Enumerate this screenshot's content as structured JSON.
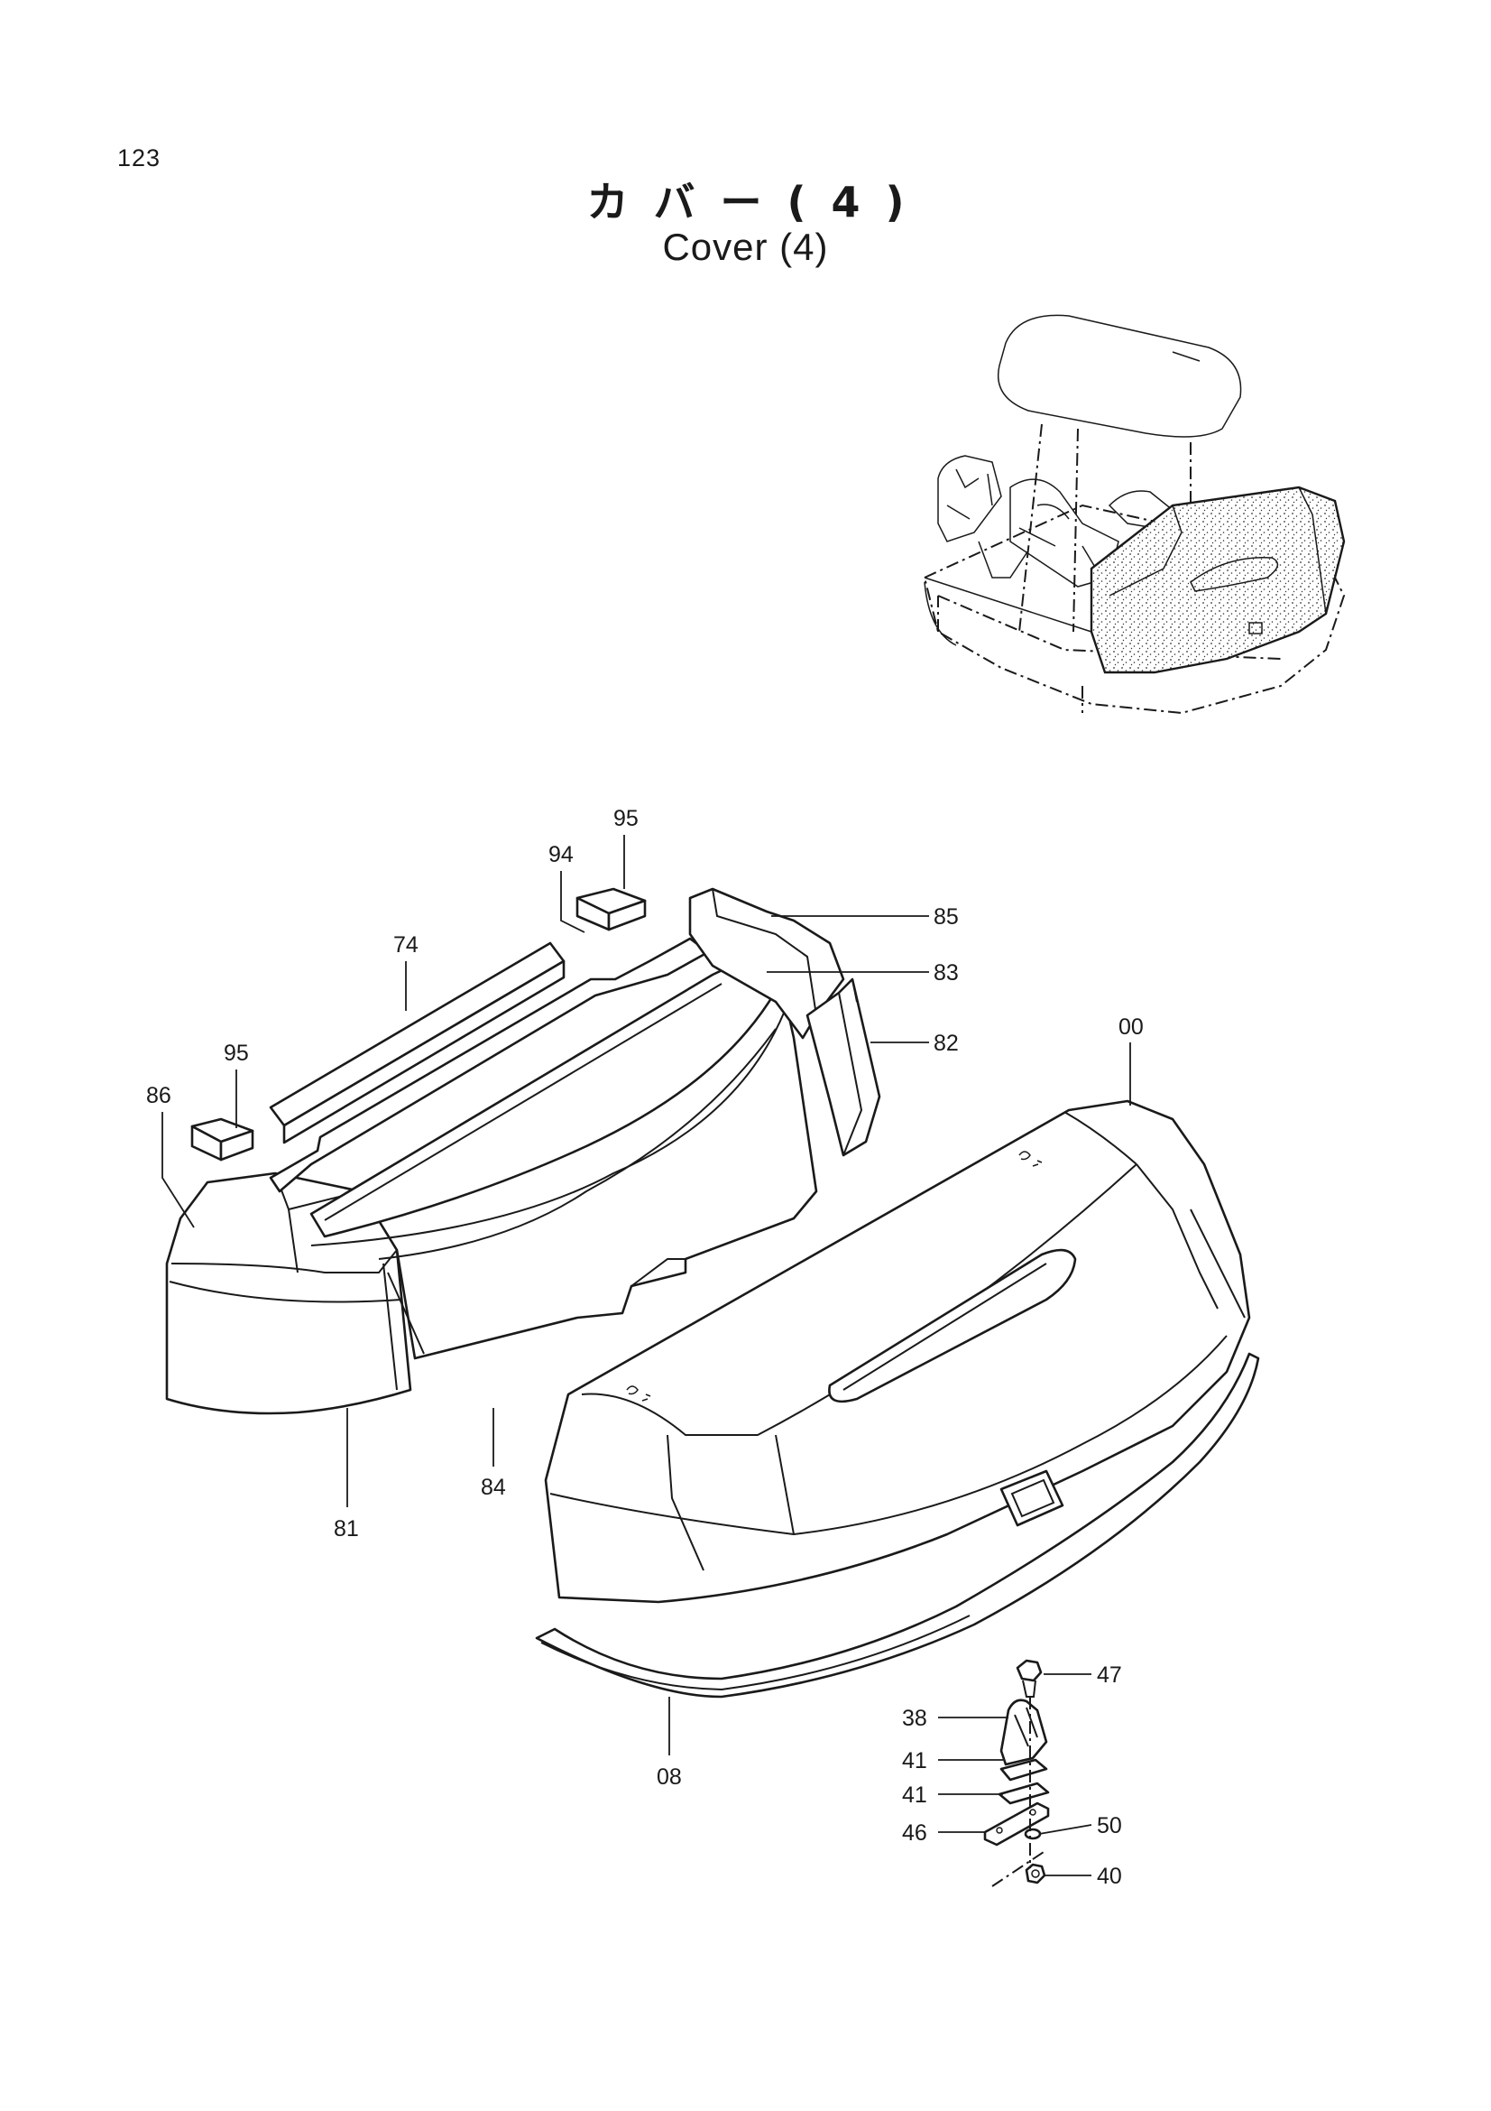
{
  "page": {
    "number": "123",
    "title_jp": "カバー(4)",
    "title_en": "Cover (4)"
  },
  "callouts": [
    {
      "id": "c95a",
      "label": "95"
    },
    {
      "id": "c94",
      "label": "94"
    },
    {
      "id": "c74",
      "label": "74"
    },
    {
      "id": "c85",
      "label": "85"
    },
    {
      "id": "c83",
      "label": "83"
    },
    {
      "id": "c82",
      "label": "82"
    },
    {
      "id": "c00",
      "label": "00"
    },
    {
      "id": "c95b",
      "label": "95"
    },
    {
      "id": "c86",
      "label": "86"
    },
    {
      "id": "c84",
      "label": "84"
    },
    {
      "id": "c81",
      "label": "81"
    },
    {
      "id": "c08",
      "label": "08"
    },
    {
      "id": "c47",
      "label": "47"
    },
    {
      "id": "c38",
      "label": "38"
    },
    {
      "id": "c41a",
      "label": "41"
    },
    {
      "id": "c41b",
      "label": "41"
    },
    {
      "id": "c46",
      "label": "46"
    },
    {
      "id": "c50",
      "label": "50"
    },
    {
      "id": "c40",
      "label": "40"
    }
  ]
}
